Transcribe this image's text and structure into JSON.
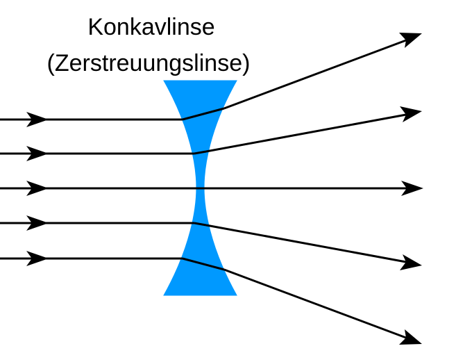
{
  "title": {
    "line1": "Konkavlinse",
    "line2": "(Zerstreuungslinse",
    "line2_close": ")"
  },
  "lens": {
    "type": "concave",
    "color": "#0099ff"
  },
  "rays": {
    "count": 5,
    "color": "#000000"
  }
}
